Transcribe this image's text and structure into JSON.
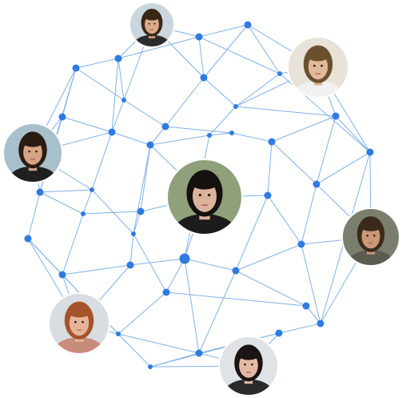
{
  "colors": {
    "edge": "#7fb2e6",
    "node": "#2f7be0",
    "avatar_border": "#ffffff",
    "background": "#ffffff"
  },
  "avatars": [
    {
      "id": "top",
      "hair": "#3a2617",
      "skin": "#d9a98a",
      "bg": "#c9d6dd",
      "shirt": "#2c2c2c"
    },
    {
      "id": "top-right",
      "hair": "#6b5030",
      "skin": "#e0b89a",
      "bg": "#e8e2d8",
      "shirt": "#f1f1f1"
    },
    {
      "id": "left",
      "hair": "#2a1c12",
      "skin": "#d6a486",
      "bg": "#a8c0cc",
      "shirt": "#1f1f1f"
    },
    {
      "id": "center",
      "hair": "#14110f",
      "skin": "#dcb29a",
      "bg": "#8fa07a",
      "shirt": "#1c1c1c"
    },
    {
      "id": "right",
      "hair": "#3b2a1a",
      "skin": "#c99877",
      "bg": "#7a7f6d",
      "shirt": "#5b5b52"
    },
    {
      "id": "bottom-left",
      "hair": "#a5532a",
      "skin": "#e7b49a",
      "bg": "#d7dde0",
      "shirt": "#c98c7b"
    },
    {
      "id": "bottom",
      "hair": "#1a1412",
      "skin": "#e4b8a4",
      "bg": "#dfe3e6",
      "shirt": "#2a2a2a"
    }
  ]
}
